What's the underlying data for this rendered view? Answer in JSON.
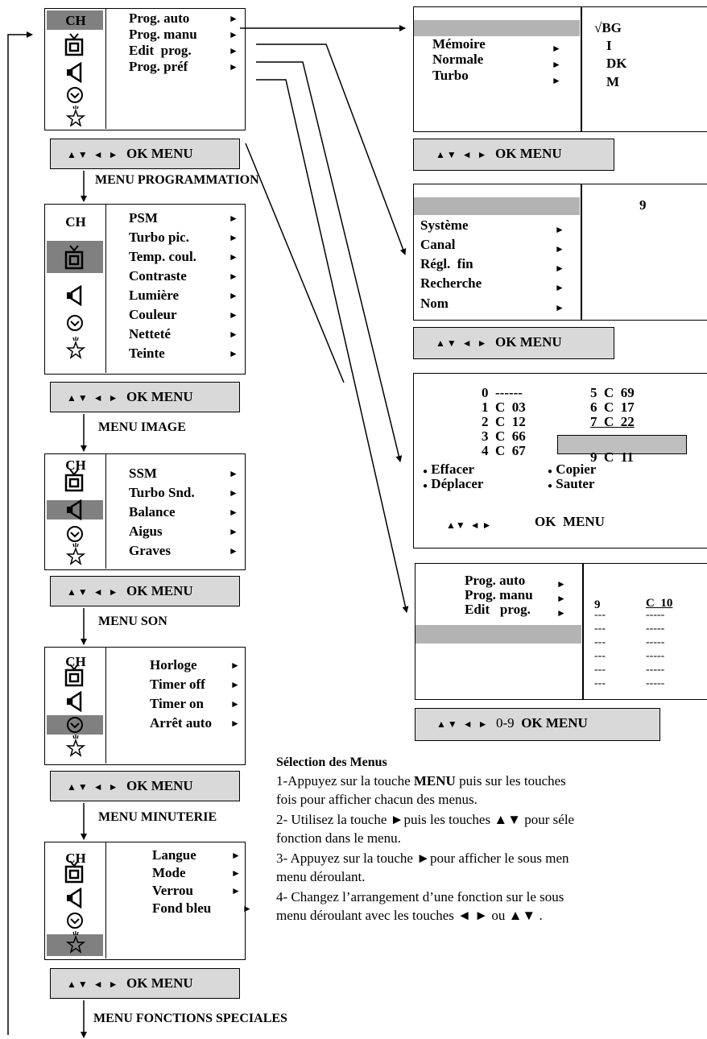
{
  "menus": {
    "programmation": {
      "items": [
        {
          "label": "Prog. auto"
        },
        {
          "label": "Prog. manu"
        },
        {
          "label": "Edit  prog."
        },
        {
          "label": "Prog. préf"
        }
      ],
      "caption": "MENU PROGRAMMATION"
    },
    "image": {
      "items": [
        {
          "label": "PSM"
        },
        {
          "label": "Turbo pic."
        },
        {
          "label": "Temp. coul."
        },
        {
          "label": "Contraste"
        },
        {
          "label": "Lumière"
        },
        {
          "label": "Couleur"
        },
        {
          "label": "Netteté"
        },
        {
          "label": "Teinte"
        }
      ],
      "caption": "MENU IMAGE"
    },
    "son": {
      "items": [
        {
          "label": "SSM"
        },
        {
          "label": "Turbo Snd."
        },
        {
          "label": "Balance"
        },
        {
          "label": "Aigus"
        },
        {
          "label": "Graves"
        }
      ],
      "caption": "MENU SON"
    },
    "minuterie": {
      "items": [
        {
          "label": "Horloge"
        },
        {
          "label": "Timer off"
        },
        {
          "label": "Timer on"
        },
        {
          "label": "Arrêt auto"
        }
      ],
      "caption": "MENU MINUTERIE"
    },
    "fonctions": {
      "items": [
        {
          "label": "Langue"
        },
        {
          "label": "Mode"
        },
        {
          "label": "Verrou"
        },
        {
          "label": "Fond bleu"
        }
      ],
      "caption": "MENU FONCTIONS SPECIALES"
    }
  },
  "sidebar": {
    "ch_label": "CH"
  },
  "control_bar": {
    "arrows": "▲▼ ◄ ►",
    "ok": "OK",
    "menu": "MENU",
    "digits": "0-9"
  },
  "prog_auto": {
    "items": [
      {
        "label": "Mémoire"
      },
      {
        "label": "Normale"
      },
      {
        "label": "Turbo"
      }
    ],
    "systems": [
      "√BG",
      "I",
      "DK",
      "M"
    ]
  },
  "prog_manu": {
    "items": [
      {
        "label": "Système"
      },
      {
        "label": "Canal"
      },
      {
        "label": "Régl.  fin"
      },
      {
        "label": "Recherche"
      },
      {
        "label": "Nom"
      }
    ],
    "value": "9"
  },
  "edit_prog": {
    "left": [
      "0  ------",
      "1  C  03",
      "2  C  12",
      "3  C  66",
      "4  C  67"
    ],
    "right_top": [
      "5  C  69",
      "6  C  17",
      "7  C  22"
    ],
    "right_bottom": "9  C  11",
    "actions": [
      "Effacer",
      "Copier",
      "Déplacer",
      "Sauter"
    ],
    "nav_arrows": "▲▼  ◄ ►",
    "nav_ok_menu": "OK  MENU"
  },
  "prog_pref": {
    "items": [
      {
        "label": "Prog. auto"
      },
      {
        "label": "Prog. manu"
      },
      {
        "label": "Edit   prog."
      }
    ],
    "col1_header": "9",
    "col2_header": "C  10",
    "col1_dashes": [
      "---",
      "---",
      "---",
      "---",
      "---",
      "---"
    ],
    "col2_dashes": [
      "-----",
      "-----",
      "-----",
      "-----",
      "-----",
      "-----"
    ]
  },
  "instructions": {
    "title": "Sélection des Menus",
    "step1_a": "1-Appuyez sur la touche ",
    "step1_bold": "MENU",
    "step1_b": " puis sur les touches",
    "step1_c": "fois pour afficher chacun des menus.",
    "step2_a": "2- Utilisez la touche  ►puis les touches ▲▼ pour  séle",
    "step2_b": "fonction dans le menu.",
    "step3_a": "3- Appuyez sur la touche  ►pour afficher le sous men",
    "step3_b": "menu déroulant.",
    "step4_a": "4- Changez l’arrangement d’une fonction sur le sous",
    "step4_b": "menu déroulant avec les touches ◄ ► ou ▲▼ ."
  }
}
